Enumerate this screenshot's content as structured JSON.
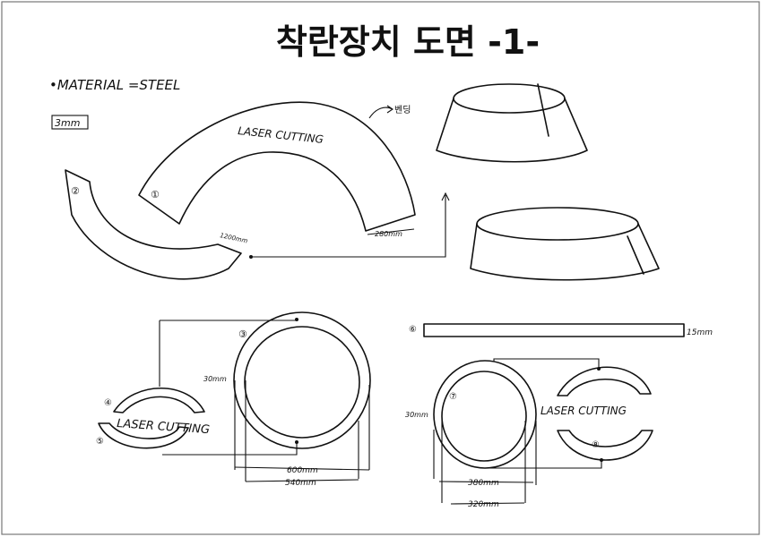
{
  "title": "착란장치 도면 -1-",
  "material": "•MATERIAL =STEEL",
  "thickness": "3mm",
  "bending_note": "벤딩",
  "laser_cutting_labels": [
    "LASER CUTTING",
    "LASER CUTTING",
    "LASER CUTTING"
  ],
  "part_numbers": [
    "①",
    "②",
    "③",
    "④",
    "⑤",
    "⑥",
    "⑦",
    "⑧"
  ],
  "dimensions": {
    "arc_width": "280mm",
    "arc_length": "1200mm",
    "big_ring_width": "30mm",
    "big_ring_outer": "600mm",
    "big_ring_inner": "540mm",
    "strip_height": "15mm",
    "small_ring_width": "30mm",
    "small_ring_outer": "380mm",
    "small_ring_inner": "320mm"
  }
}
